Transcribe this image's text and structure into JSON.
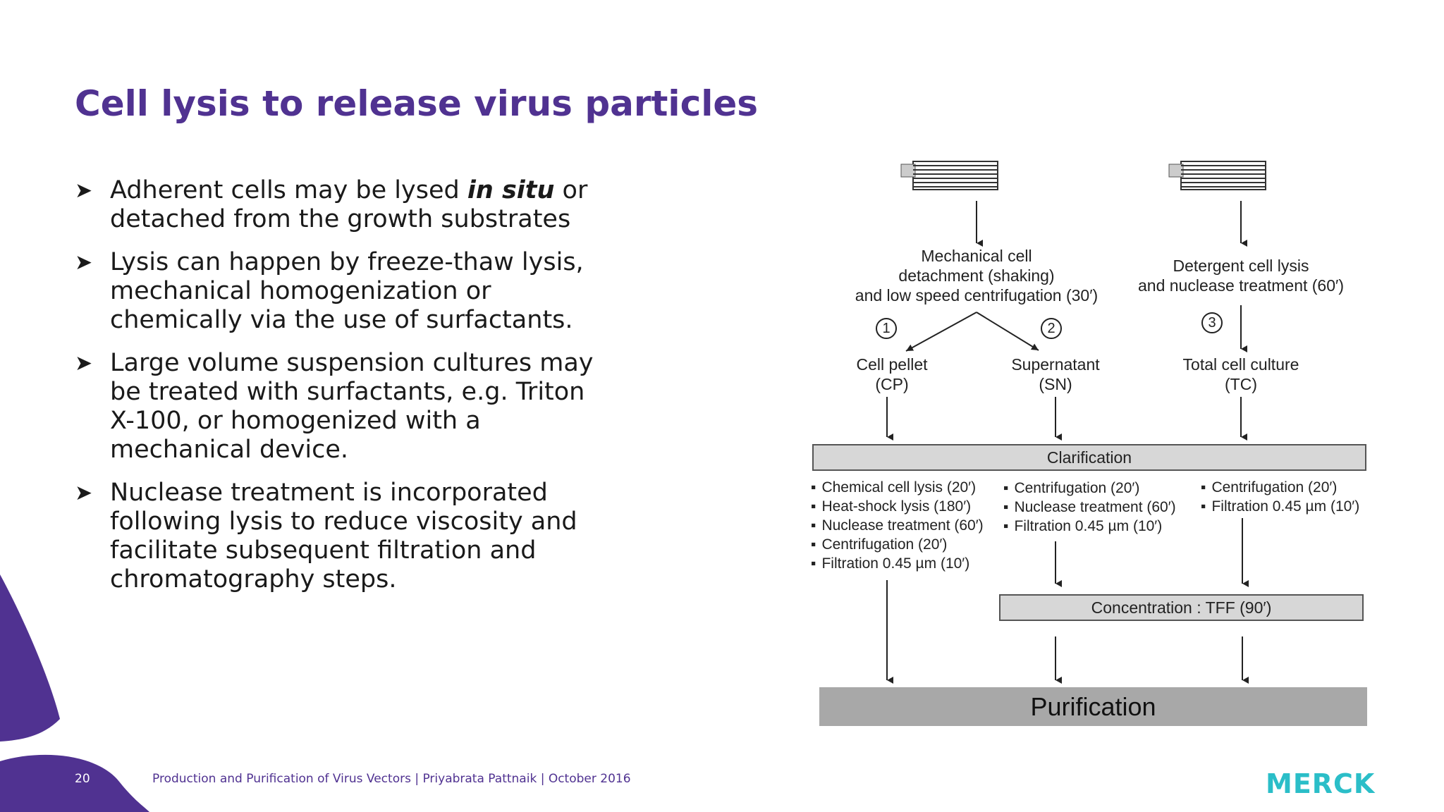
{
  "slide": {
    "title": "Cell lysis to release virus particles",
    "bullets": [
      {
        "pre": "Adherent cells may be lysed ",
        "emph": "in situ",
        "post": " or detached from the growth substrates"
      },
      {
        "pre": "Lysis can happen by freeze-thaw lysis, mechanical homogenization or chemically via the use of surfactants.",
        "emph": "",
        "post": ""
      },
      {
        "pre": "Large volume suspension cultures may be treated with surfactants, e.g. Triton X-100, or homogenized with a mechanical device.",
        "emph": "",
        "post": ""
      },
      {
        "pre": "Nuclease treatment is incorporated following lysis to reduce viscosity and facilitate subsequent filtration and chromatography steps.",
        "emph": "",
        "post": ""
      }
    ]
  },
  "diagram": {
    "step_mech": [
      "Mechanical cell",
      "detachment (shaking)",
      "and low speed centrifugation (30′)"
    ],
    "step_det": [
      "Detergent cell lysis",
      "and nuclease treatment (60′)"
    ],
    "circles": [
      "1",
      "2",
      "3"
    ],
    "cp": [
      "Cell pellet",
      "(CP)"
    ],
    "sn": [
      "Supernatant",
      "(SN)"
    ],
    "tc": [
      "Total cell culture",
      "(TC)"
    ],
    "clarification": "Clarification",
    "list_cp": [
      "Chemical cell lysis (20′)",
      "Heat-shock lysis (180′)",
      "Nuclease treatment (60′)",
      "Centrifugation (20′)",
      "Filtration 0.45 µm (10′)"
    ],
    "list_sn": [
      "Centrifugation (20′)",
      "Nuclease treatment (60′)",
      "Filtration 0.45 µm (10′)"
    ],
    "list_tc": [
      "Centrifugation (20′)",
      "Filtration 0.45 µm (10′)"
    ],
    "concentration": "Concentration : TFF (90′)",
    "purification": "Purification"
  },
  "footer": {
    "page_number": "20",
    "text": "Production and Purification of Virus Vectors | Priyabrata Pattnaik | October 2016",
    "logo": "MERCK"
  },
  "colors": {
    "title": "#503291",
    "accent_purple": "#503291",
    "logo": "#2bbec8"
  }
}
